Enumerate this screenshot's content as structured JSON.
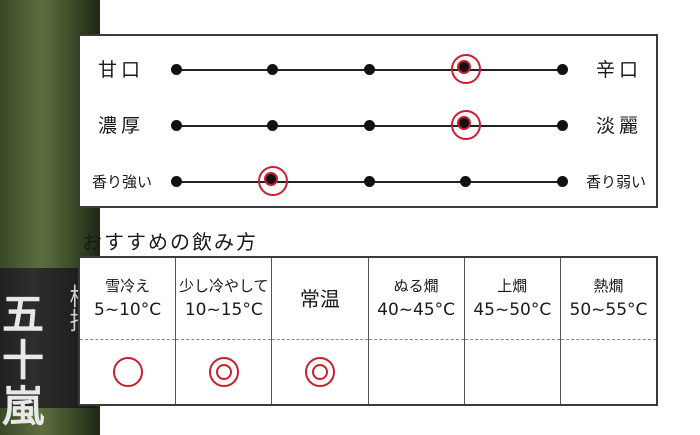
{
  "bottle": {
    "brand": "五十嵐",
    "brand_small": "槽搾"
  },
  "taste": {
    "rows": [
      {
        "left": "甘口",
        "right": "辛口",
        "steps": 5,
        "level": 4
      },
      {
        "left": "濃厚",
        "right": "淡麗",
        "steps": 5,
        "level": 4
      },
      {
        "left": "香り強い",
        "right": "香り弱い",
        "steps": 5,
        "level": 2
      }
    ]
  },
  "serving": {
    "heading": "おすすめの飲み方",
    "columns": [
      {
        "name": "雪冷え",
        "temp": "5~10°C",
        "mark": "single"
      },
      {
        "name": "少し冷やして",
        "temp": "10~15°C",
        "mark": "double"
      },
      {
        "name": "常温",
        "temp": "",
        "mark": "double"
      },
      {
        "name": "ぬる燗",
        "temp": "40~45°C",
        "mark": "none"
      },
      {
        "name": "上燗",
        "temp": "45~50°C",
        "mark": "none"
      },
      {
        "name": "熱燗",
        "temp": "50~55°C",
        "mark": "none"
      }
    ]
  },
  "colors": {
    "accent": "#c8202f",
    "line": "#222222"
  }
}
